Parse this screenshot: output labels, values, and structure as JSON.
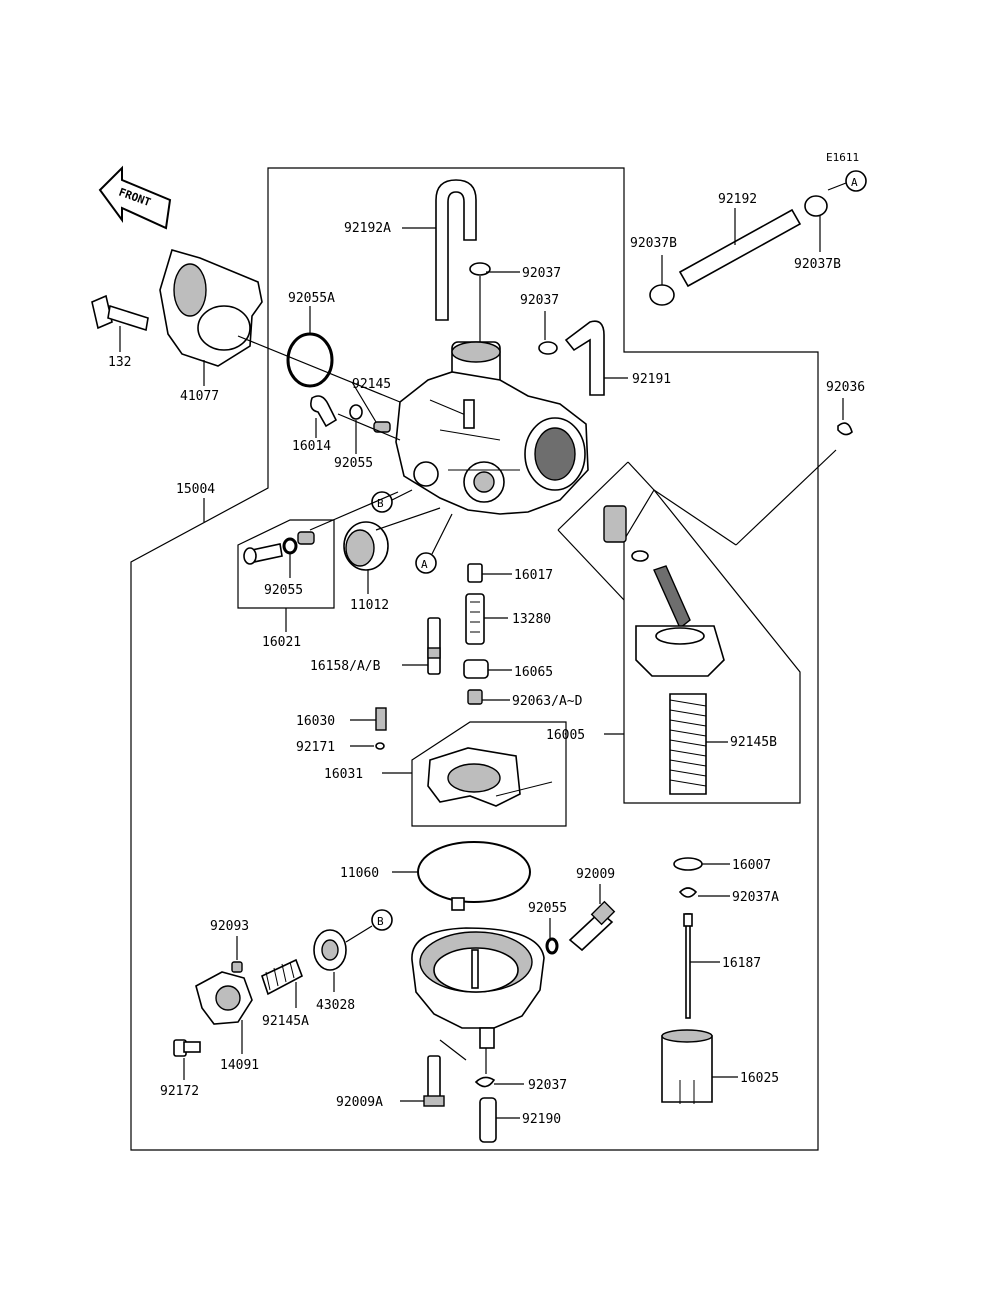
{
  "diagram_code": "E1611",
  "front_label": "FRONT",
  "refs": {
    "a": "A",
    "b": "B"
  },
  "labels": {
    "p92192A": "92192A",
    "p92037_top": "92037",
    "p92037_mid": "92037",
    "p92192": "92192",
    "p92037B_left": "92037B",
    "p92037B_right": "92037B",
    "p92191": "92191",
    "p92036": "92036",
    "p92055A": "92055A",
    "p132": "132",
    "p41077": "41077",
    "p92145": "92145",
    "p16014": "16014",
    "p92055_a": "92055",
    "p15004": "15004",
    "p92055_b": "92055",
    "p16021": "16021",
    "p11012": "11012",
    "p16017": "16017",
    "p13280": "13280",
    "p16158": "16158/A/B",
    "p16065": "16065",
    "p92063": "92063/A~D",
    "p16005": "16005",
    "p92145B": "92145B",
    "p16030": "16030",
    "p92171": "92171",
    "p16031": "16031",
    "p11060": "11060",
    "p92009": "92009",
    "p16007": "16007",
    "p92037A": "92037A",
    "p92093": "92093",
    "p92055_c": "92055",
    "p16187": "16187",
    "p92145A": "92145A",
    "p43028": "43028",
    "p14091": "14091",
    "p92172": "92172",
    "p92037_bot": "92037",
    "p16025": "16025",
    "p92009A": "92009A",
    "p92190": "92190"
  }
}
